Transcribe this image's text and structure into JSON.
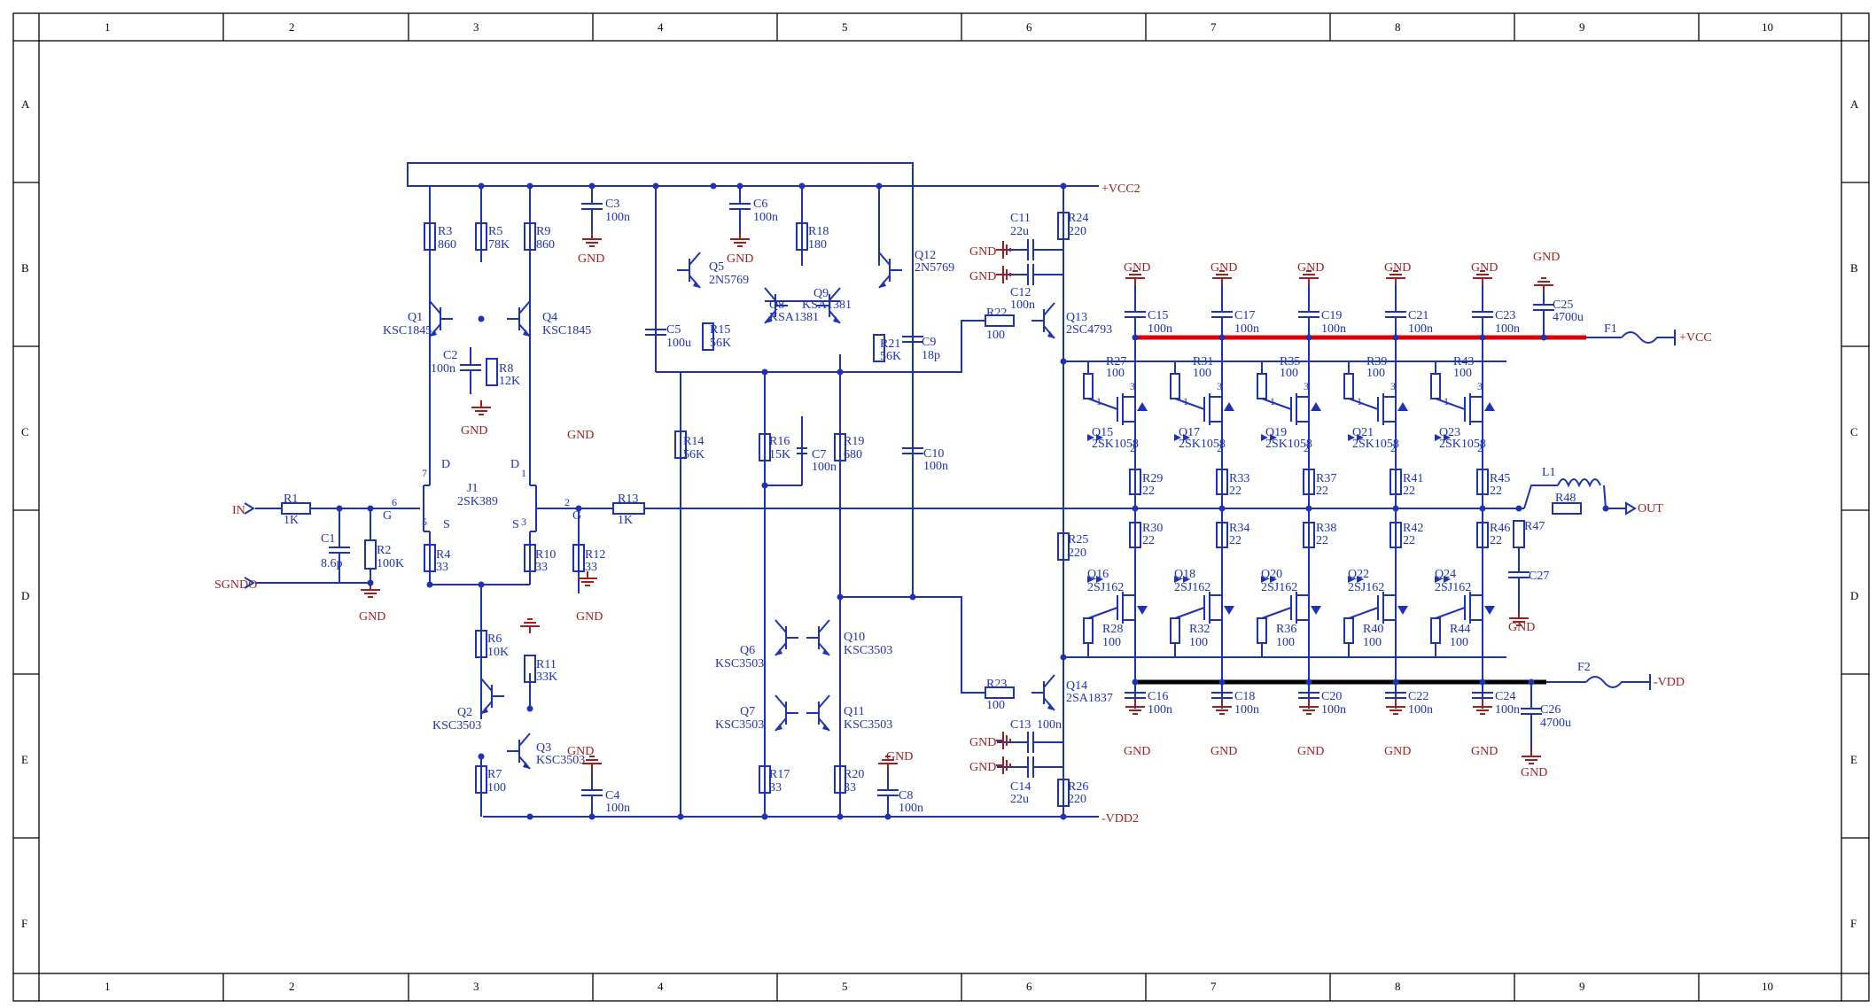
{
  "frame": {
    "columns": [
      "1",
      "2",
      "3",
      "4",
      "5",
      "6",
      "7",
      "8",
      "9",
      "10"
    ],
    "rows": [
      "A",
      "B",
      "C",
      "D",
      "E",
      "F"
    ]
  },
  "nets": {
    "in": "IN",
    "sgnd": "SGNDO",
    "out": "OUT",
    "vcc2": "+VCC2",
    "vdd2": "-VDD2",
    "vcc": "+VCC",
    "vdd": "-VDD",
    "gnd": "GND",
    "g": "G"
  },
  "input": {
    "r1": {
      "ref": "R1",
      "val": "1K"
    },
    "c1": {
      "ref": "C1",
      "val": "8.6p"
    },
    "r2": {
      "ref": "R2",
      "val": "100K"
    }
  },
  "jfet": {
    "j1": {
      "ref": "J1",
      "val": "2SK389"
    },
    "pins": {
      "d_left": "D",
      "d_right": "D",
      "s_left": "S",
      "s_right": "S",
      "p7": "7",
      "p1": "1",
      "p3": "3",
      "p5": "5",
      "p6": "6",
      "p2": "2"
    }
  },
  "diff": {
    "r3": {
      "ref": "R3",
      "val": "860"
    },
    "r5": {
      "ref": "R5",
      "val": "78K"
    },
    "r9": {
      "ref": "R9",
      "val": "860"
    },
    "q1": {
      "ref": "Q1",
      "val": "KSC1845"
    },
    "q4": {
      "ref": "Q4",
      "val": "KSC1845"
    },
    "c2": {
      "ref": "C2",
      "val": "100n"
    },
    "r8": {
      "ref": "R8",
      "val": "12K"
    },
    "r4": {
      "ref": "R4",
      "val": "33"
    },
    "r10": {
      "ref": "R10",
      "val": "33"
    },
    "r12": {
      "ref": "R12",
      "val": "33"
    },
    "r13": {
      "ref": "R13",
      "val": "1K"
    },
    "r6": {
      "ref": "R6",
      "val": "10K"
    },
    "r11": {
      "ref": "R11",
      "val": "33K"
    },
    "q2": {
      "ref": "Q2",
      "val": "KSC3503"
    },
    "q3": {
      "ref": "Q3",
      "val": "KSC3503"
    },
    "r7": {
      "ref": "R7",
      "val": "100"
    },
    "c3": {
      "ref": "C3",
      "val": "100n"
    },
    "c4": {
      "ref": "C4",
      "val": "100n"
    }
  },
  "vas": {
    "q5": {
      "ref": "Q5",
      "val": "2N5769"
    },
    "c6": {
      "ref": "C6",
      "val": "100n"
    },
    "c5": {
      "ref": "C5",
      "val": "100u"
    },
    "r15": {
      "ref": "R15",
      "val": "56K"
    },
    "r14": {
      "ref": "R14",
      "val": "56K"
    },
    "q8": {
      "ref": "Q8",
      "val": "KSA1381"
    },
    "q9": {
      "ref": "Q9",
      "val": "KSA1381"
    },
    "r18": {
      "ref": "R18",
      "val": "180"
    },
    "r21": {
      "ref": "R21",
      "val": "56K"
    },
    "q12": {
      "ref": "Q12",
      "val": "2N5769"
    },
    "c9": {
      "ref": "C9",
      "val": "18p"
    },
    "r16": {
      "ref": "R16",
      "val": "15K"
    },
    "c7": {
      "ref": "C7",
      "val": "100n"
    },
    "r19": {
      "ref": "R19",
      "val": "680"
    },
    "c10": {
      "ref": "C10",
      "val": "100n"
    },
    "q6": {
      "ref": "Q6",
      "val": "KSC3503"
    },
    "q10": {
      "ref": "Q10",
      "val": "KSC3503"
    },
    "q7": {
      "ref": "Q7",
      "val": "KSC3503"
    },
    "q11": {
      "ref": "Q11",
      "val": "KSC3503"
    },
    "r17": {
      "ref": "R17",
      "val": "33"
    },
    "r20": {
      "ref": "R20",
      "val": "33"
    },
    "c8": {
      "ref": "C8",
      "val": "100n"
    }
  },
  "driver": {
    "c11": {
      "ref": "C11",
      "val": "22u"
    },
    "c12": {
      "ref": "C12",
      "val": "100n"
    },
    "r24": {
      "ref": "R24",
      "val": "220"
    },
    "r22": {
      "ref": "R22",
      "val": "100"
    },
    "q13": {
      "ref": "Q13",
      "val": "2SC4793"
    },
    "r25": {
      "ref": "R25",
      "val": "220"
    },
    "r23": {
      "ref": "R23",
      "val": "100"
    },
    "q14": {
      "ref": "Q14",
      "val": "2SA1837"
    },
    "c13": {
      "ref": "C13",
      "val": "100n"
    },
    "c14": {
      "ref": "C14",
      "val": "22u"
    },
    "r26": {
      "ref": "R26",
      "val": "220"
    }
  },
  "output_stage": {
    "upper": [
      {
        "cap": "C15",
        "cap_val": "100n",
        "rg": "R27",
        "rg_val": "100",
        "q": "Q15",
        "q_val": "2SK1058",
        "rs": "R29",
        "rs_val": "22"
      },
      {
        "cap": "C17",
        "cap_val": "100n",
        "rg": "R31",
        "rg_val": "100",
        "q": "Q17",
        "q_val": "2SK1058",
        "rs": "R33",
        "rs_val": "22"
      },
      {
        "cap": "C19",
        "cap_val": "100n",
        "rg": "R35",
        "rg_val": "100",
        "q": "Q19",
        "q_val": "2SK1058",
        "rs": "R37",
        "rs_val": "22"
      },
      {
        "cap": "C21",
        "cap_val": "100n",
        "rg": "R39",
        "rg_val": "100",
        "q": "Q21",
        "q_val": "2SK1058",
        "rs": "R41",
        "rs_val": "22"
      },
      {
        "cap": "C23",
        "cap_val": "100n",
        "rg": "R43",
        "rg_val": "100",
        "q": "Q23",
        "q_val": "2SK1058",
        "rs": "R45",
        "rs_val": "22"
      }
    ],
    "lower": [
      {
        "cap": "C16",
        "cap_val": "100n",
        "rg": "R28",
        "rg_val": "100",
        "q": "Q16",
        "q_val": "2SJ162",
        "rs": "R30",
        "rs_val": "22"
      },
      {
        "cap": "C18",
        "cap_val": "100n",
        "rg": "R32",
        "rg_val": "100",
        "q": "Q18",
        "q_val": "2SJ162",
        "rs": "R34",
        "rs_val": "22"
      },
      {
        "cap": "C20",
        "cap_val": "100n",
        "rg": "R36",
        "rg_val": "100",
        "q": "Q20",
        "q_val": "2SJ162",
        "rs": "R38",
        "rs_val": "22"
      },
      {
        "cap": "C22",
        "cap_val": "100n",
        "rg": "R40",
        "rg_val": "100",
        "q": "Q22",
        "q_val": "2SJ162",
        "rs": "R42",
        "rs_val": "22"
      },
      {
        "cap": "C24",
        "cap_val": "100n",
        "rg": "R44",
        "rg_val": "100",
        "q": "Q24",
        "q_val": "2SJ162",
        "rs": "R46",
        "rs_val": "22"
      }
    ],
    "pins": {
      "p1": "1",
      "p2": "2",
      "p3": "3"
    }
  },
  "output_net": {
    "c25": {
      "ref": "C25",
      "val": "4700u"
    },
    "c26": {
      "ref": "C26",
      "val": "4700u"
    },
    "f1": "F1",
    "f2": "F2",
    "l1": "L1",
    "r47": "R47",
    "r48": "R48",
    "c27": "C27"
  },
  "colors": {
    "wire": "#1e32b4",
    "net": "#a01e1e",
    "rail_pos": "#e00000",
    "rail_neg": "#000000"
  }
}
